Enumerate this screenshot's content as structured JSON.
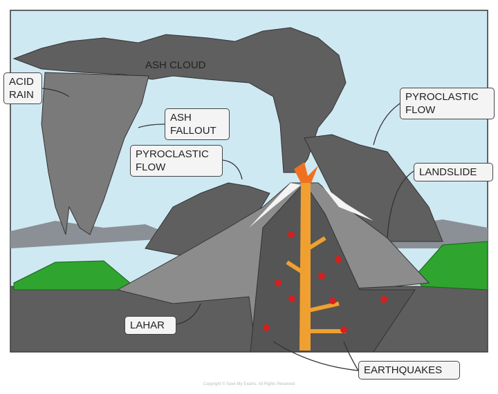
{
  "labels": {
    "ash_cloud": "ASH CLOUD",
    "acid_rain": "ACID\nRAIN",
    "ash_fallout": "ASH\nFALLOUT",
    "pyroclastic_flow_left": "PYROCLASTIC\nFLOW",
    "pyroclastic_flow_right": "PYROCLASTIC\nFLOW",
    "landslide": "LANDSLIDE",
    "lahar": "LAHAR",
    "earthquakes": "EARTHQUAKES"
  },
  "copyright": "Copyright © Save My Exams. All Rights Reserved",
  "colors": {
    "sky": "#cfe9f3",
    "ash": "#6a6a6a",
    "ground": "#5e5e5e",
    "vegetation": "#2fa52f",
    "lava": "#f0a030",
    "quake": "#d42020"
  }
}
